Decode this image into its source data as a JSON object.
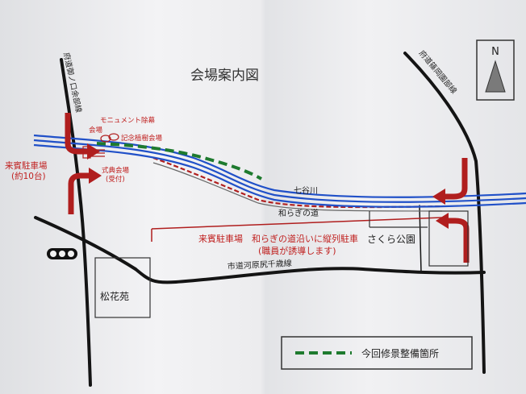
{
  "title": "会場案内図",
  "north": "N",
  "roads": {
    "prefectural_kaiden_left": "府道御ノ口余部線",
    "prefectural_right": "府道篠岡園部線",
    "city_road": "市道河原尻千歳線",
    "nagomi_road": "和らぎの道"
  },
  "river": "七谷川",
  "places": {
    "monument": "モニュメント除幕",
    "monument_venue": "会場",
    "memorial_planting": "記念植樹会場",
    "ceremony": "式典会場",
    "reception": "(受付)",
    "guest_parking_left": "来賓駐車場",
    "guest_parking_left_count": "(約10台)",
    "guest_parking_main": "来賓駐車場　和らぎの道沿いに縦列駐車",
    "guest_parking_note": "(職員が誘導します)",
    "sakura_park": "さくら公園",
    "shokaen": "松花苑"
  },
  "legend": {
    "label": "今回修景整備箇所",
    "color": "#1e7a2e"
  },
  "colors": {
    "road": "#141414",
    "river": "#2050c8",
    "accent_red": "#b01e1e",
    "text_red": "#c0201f",
    "green": "#1e7a2e"
  }
}
